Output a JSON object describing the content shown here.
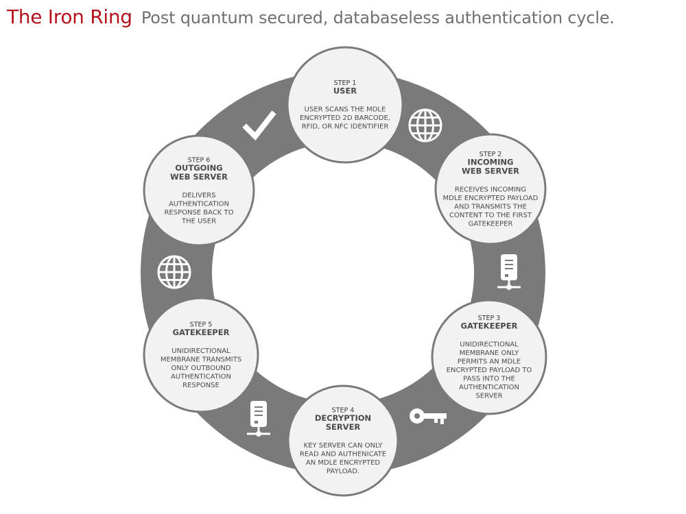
{
  "header": {
    "title": "The Iron Ring",
    "subtitle": "Post quantum secured, databaseless authentication cycle."
  },
  "colors": {
    "ring": "#7a7a7a",
    "circle_fill": "#f2f2f2",
    "circle_stroke": "#7a7a7a",
    "title": "#b5121b",
    "subtitle": "#707070",
    "icon": "#ffffff"
  },
  "steps": [
    {
      "label": "STEP 1",
      "title_lines": [
        "USER"
      ],
      "desc_lines": [
        "USER SCANS THE MDLE",
        "ENCRYPTED 2D BARCODE,",
        "RFID, OR NFC IDENTIFIER"
      ]
    },
    {
      "label": "STEP 2",
      "title_lines": [
        "INCOMING",
        "WEB SERVER"
      ],
      "desc_lines": [
        "RECEIVES INCOMING",
        "MDLE ENCRYPTED PAYLOAD",
        "AND TRANSMITS THE",
        "CONTENT TO THE FIRST",
        "GATEKEEPER"
      ]
    },
    {
      "label": "STEP 3",
      "title_lines": [
        "GATEKEEPER"
      ],
      "desc_lines": [
        "UNIDIRECTIONAL",
        "MEMBRANE ONLY",
        "PERMITS AN MDLE",
        "ENCRYPTED PAYLOAD TO",
        "PASS INTO THE",
        "AUTHENTICATION",
        "SERVER"
      ]
    },
    {
      "label": "STEP 4",
      "title_lines": [
        "DECRYPTION",
        "SERVER"
      ],
      "desc_lines": [
        "KEY SERVER CAN ONLY",
        "READ AND AUTHENICATE",
        "AN MDLE ENCRYPTED",
        "PAYLOAD."
      ]
    },
    {
      "label": "STEP 5",
      "title_lines": [
        "GATEKEEPER"
      ],
      "desc_lines": [
        "UNIDIRECTIONAL",
        "MEMBRANE TRANSMITS",
        "ONLY OUTBOUND",
        "AUTHENTICATION",
        "RESPONSE"
      ]
    },
    {
      "label": "STEP 6",
      "title_lines": [
        "OUTGOING",
        "WEB SERVER"
      ],
      "desc_lines": [
        "DELIVERS",
        "AUTHENTICATION",
        "RESPONSE BACK TO",
        "THE USER"
      ]
    }
  ],
  "connector_icons": [
    "globe-icon",
    "server-icon",
    "key-icon",
    "server-icon",
    "globe-icon",
    "checkmark-icon"
  ]
}
